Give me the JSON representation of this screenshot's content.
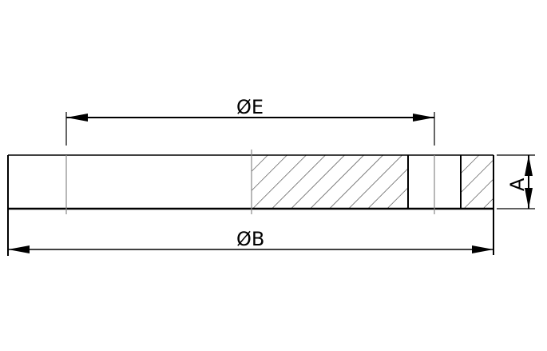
{
  "drawing": {
    "type": "flange-section-view",
    "labels": {
      "outer_diameter": "ØB",
      "bolt_circle_diameter": "ØE",
      "thickness": "A"
    },
    "colors": {
      "line": "#000000",
      "centerline": "#888888",
      "hatch": "#333333",
      "background": "#ffffff"
    }
  }
}
